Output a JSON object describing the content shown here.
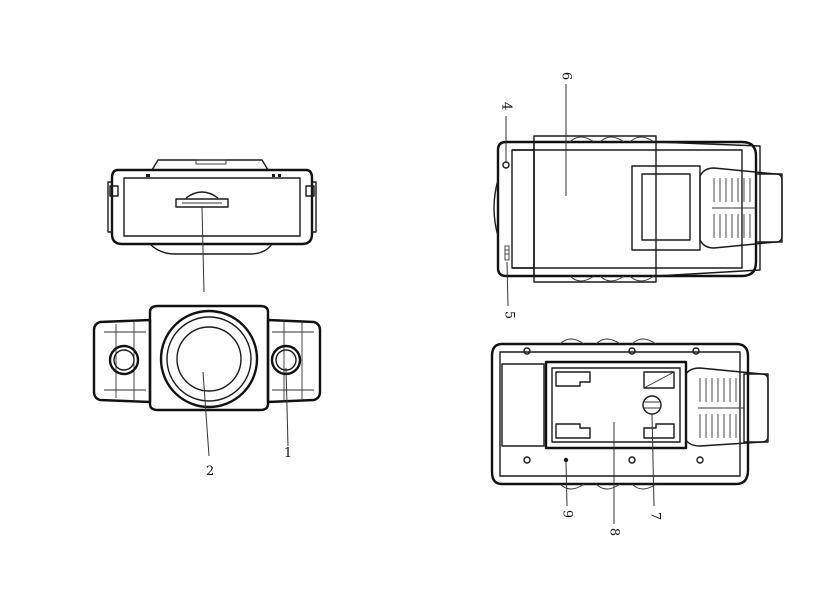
{
  "callouts": {
    "c1": "1",
    "c2": "2",
    "c4": "4",
    "c5": "5",
    "c6": "6",
    "c7": "7",
    "c8": "8",
    "c9": "9"
  },
  "colors": {
    "line": "#1a1a1a",
    "background": "#ffffff"
  }
}
